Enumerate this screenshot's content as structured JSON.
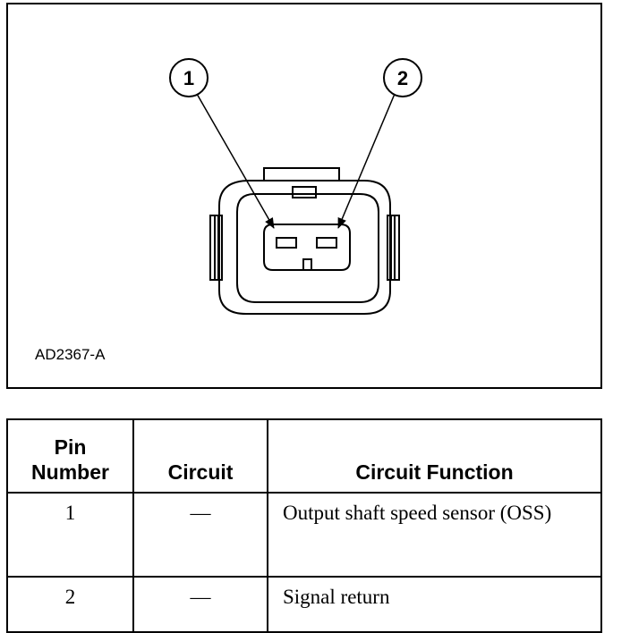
{
  "figure": {
    "id_label": "AD2367-A",
    "callouts": [
      "1",
      "2"
    ]
  },
  "table": {
    "headers": {
      "pin_number": "Pin Number",
      "circuit": "Circuit",
      "circuit_function": "Circuit Function"
    },
    "rows": [
      {
        "pin": "1",
        "circuit": "—",
        "function": "Output shaft speed sensor (OSS)"
      },
      {
        "pin": "2",
        "circuit": "—",
        "function": "Signal return"
      }
    ]
  }
}
